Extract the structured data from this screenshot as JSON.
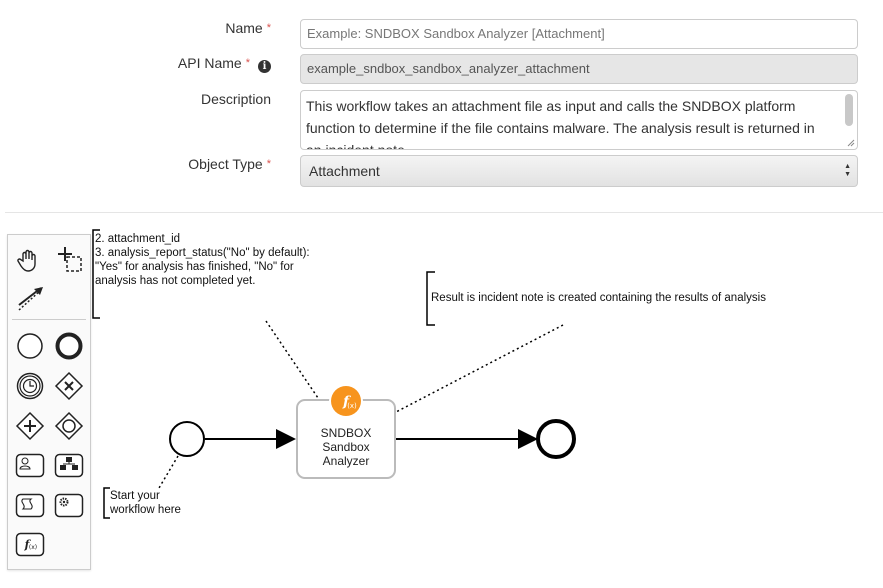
{
  "form": {
    "name": {
      "label": "Name",
      "required": "*",
      "placeholder": "Example: SNDBOX Sandbox Analyzer [Attachment]"
    },
    "api_name": {
      "label": "API Name",
      "required": "*",
      "info_icon": "i",
      "value": "example_sndbox_sandbox_analyzer_attachment"
    },
    "description": {
      "label": "Description",
      "value": "This workflow takes an attachment file as input and calls the SNDBOX platform function to determine if the file contains malware.  The analysis result is returned in an incident note."
    },
    "object_type": {
      "label": "Object Type",
      "required": "*",
      "value": "Attachment"
    }
  },
  "palette": {
    "items": [
      "hand-tool-icon",
      "lasso-tool-icon",
      "connect-tool-icon",
      "start-event-icon",
      "end-event-icon",
      "timer-event-icon",
      "exclusive-gateway-icon",
      "parallel-gateway-icon",
      "inclusive-gateway-icon",
      "user-task-icon",
      "subprocess-icon",
      "script-task-icon",
      "service-task-icon",
      "function-task-icon"
    ]
  },
  "diagram": {
    "annotation_inputs": "2. attachment_id\n3. analysis_report_status(\"No\" by default):\n\"Yes\" for analysis has finished, \"No\" for\nanalysis has not completed yet.",
    "annotation_result": "Result is incident note is created containing the results of analysis",
    "annotation_start": "Start your\nworkflow here",
    "task": {
      "line1": "SNDBOX",
      "line2": "Sandbox",
      "line3": "Analyzer",
      "badge": "f(x)"
    }
  },
  "colors": {
    "badge": "#f7941d",
    "required": "#d9534f"
  }
}
